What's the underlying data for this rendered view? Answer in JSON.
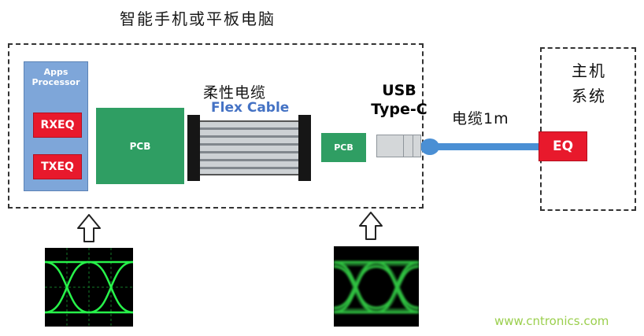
{
  "title": "智能手机或平板电脑",
  "device": {
    "apps_processor": {
      "label": "Apps Processor",
      "rxeq_label": "RXEQ",
      "txeq_label": "TXEQ"
    },
    "pcb_label": "PCB",
    "flex_cable_label": "柔性电缆",
    "flex_cable_sublabel": "Flex Cable",
    "small_pcb_label": "PCB",
    "usb_label_line1": "USB",
    "usb_label_line2": "Type-C"
  },
  "cable": {
    "label": "电缆1m"
  },
  "host": {
    "title_line1": "主机",
    "title_line2": "系统",
    "eq_label": "EQ"
  },
  "watermark": "www.cntronics.com",
  "colors": {
    "processor_blue": "#7ea6d9",
    "eq_red": "#e8192c",
    "pcb_green": "#2f9e63",
    "cable_blue": "#4a8fd4",
    "watermark_green": "#9bcf4e",
    "eye_trace_green": "#2aff4e"
  }
}
